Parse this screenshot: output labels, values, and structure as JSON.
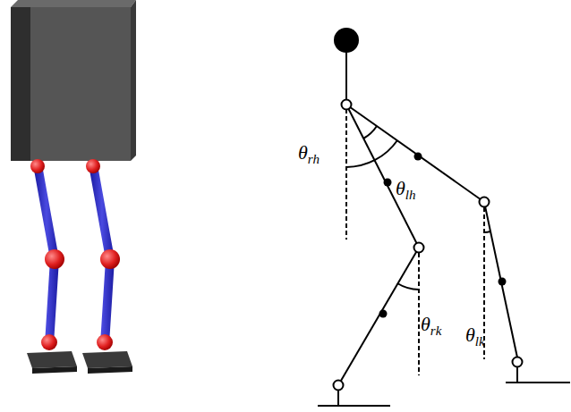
{
  "diagram": {
    "labels": [
      "θrh",
      "θlh",
      "θrk",
      "θlk"
    ]
  }
}
